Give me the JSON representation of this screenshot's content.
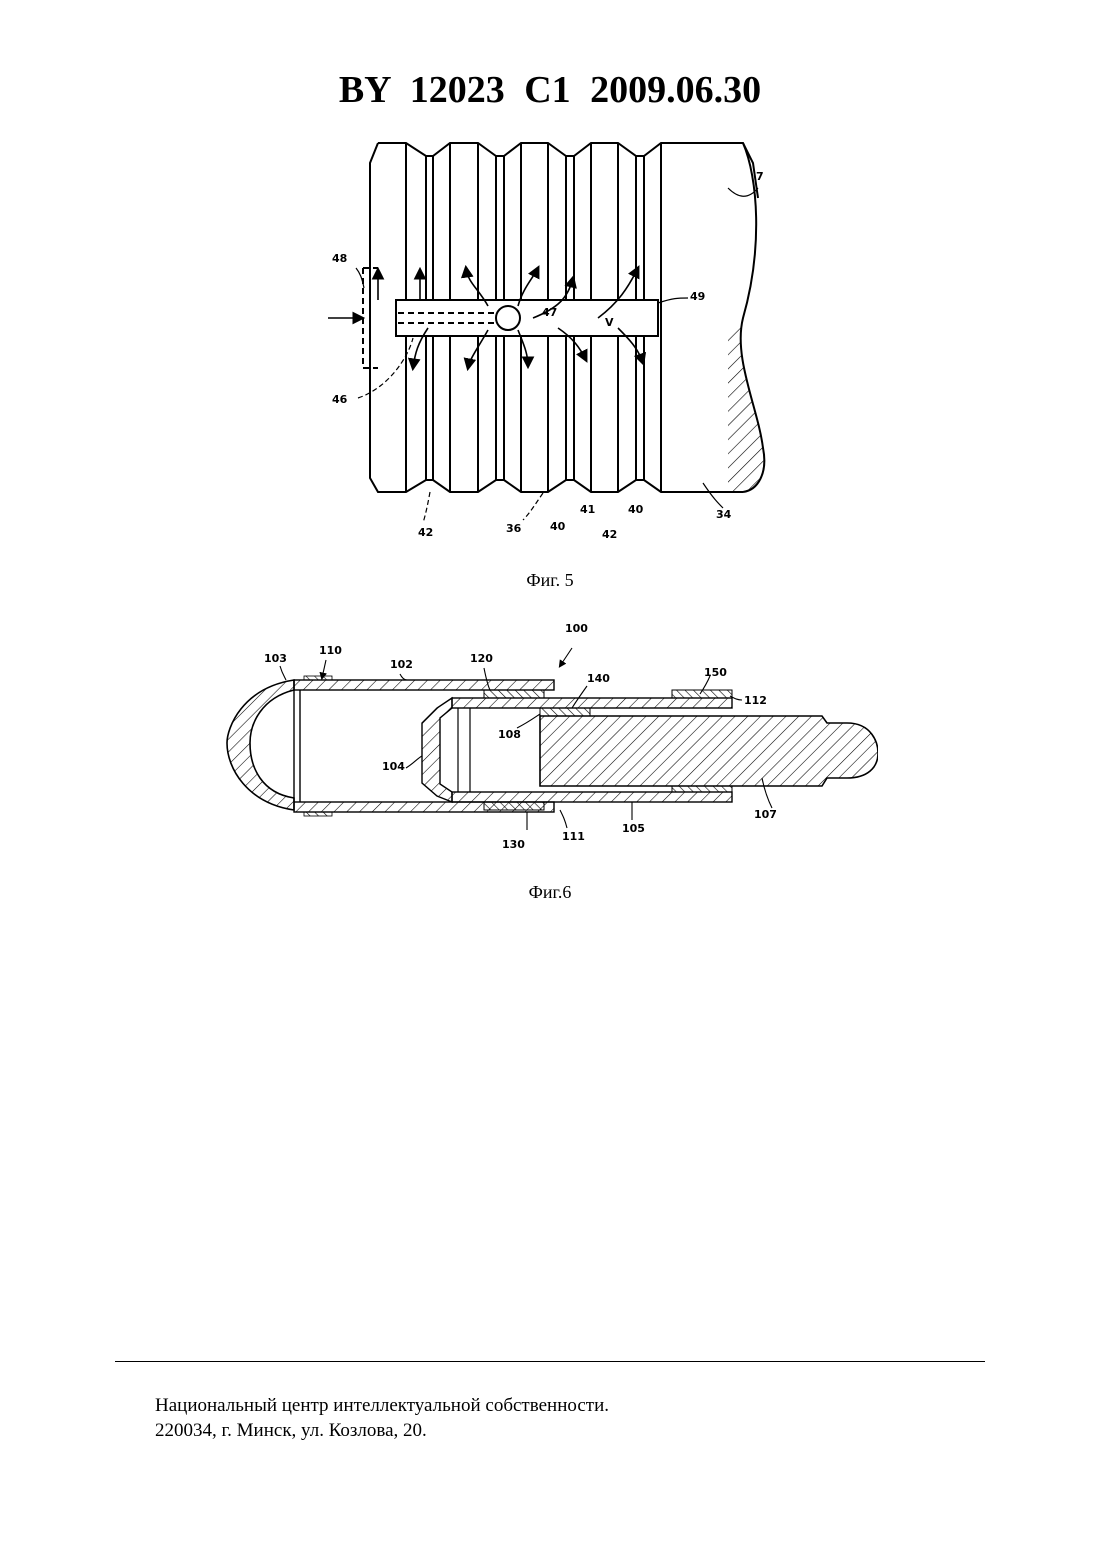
{
  "header": {
    "title": "BY  12023  C1  2009.06.30"
  },
  "figures": {
    "fig5": {
      "caption": "Фиг. 5",
      "labels": [
        "7",
        "48",
        "49",
        "47",
        "V",
        "46",
        "42",
        "36",
        "40",
        "41",
        "40",
        "34",
        "42"
      ]
    },
    "fig6": {
      "caption": "Фиг.6",
      "labels": [
        "100",
        "103",
        "110",
        "102",
        "120",
        "140",
        "150",
        "112",
        "108",
        "104",
        "107",
        "130",
        "111",
        "105"
      ]
    }
  },
  "footer": {
    "line1": "Национальный центр интеллектуальной собственности.",
    "line2": "220034, г. Минск, ул. Козлова, 20."
  }
}
